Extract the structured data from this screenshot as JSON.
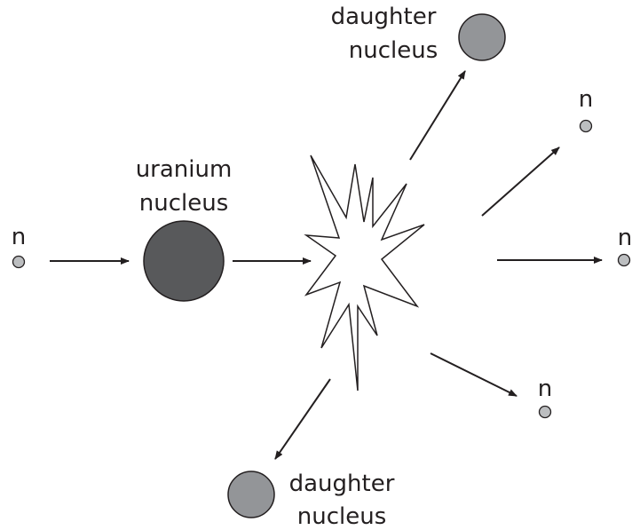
{
  "labels": {
    "incoming_neutron": "n",
    "uranium_line1": "uranium",
    "uranium_line2": "nucleus",
    "daughter_top_line1": "daughter",
    "daughter_top_line2": "nucleus",
    "daughter_bottom_line1": "daughter",
    "daughter_bottom_line2": "nucleus",
    "neutron_upper": "n",
    "neutron_right": "n",
    "neutron_lower": "n"
  },
  "colors": {
    "uranium_fill": "#58595b",
    "daughter_fill": "#939598",
    "neutron_fill": "#bcbec0",
    "stroke": "#231f20"
  }
}
